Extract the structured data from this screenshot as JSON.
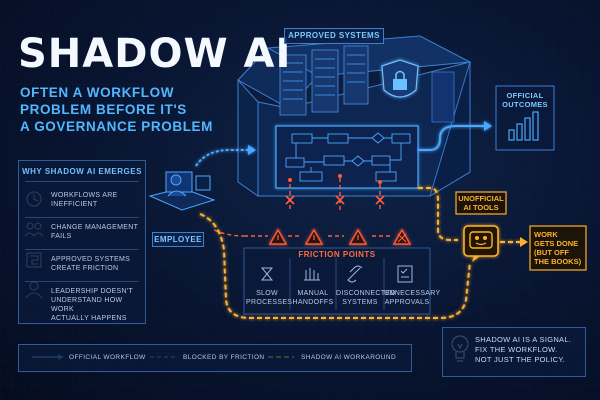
{
  "header": {
    "title": "SHADOW AI",
    "subtitle_lines": [
      "OFTEN A WORKFLOW",
      "PROBLEM BEFORE IT'S",
      "A GOVERNANCE PROBLEM"
    ]
  },
  "why_panel": {
    "title": "WHY SHADOW AI EMERGES",
    "items": [
      {
        "icon": "clock-icon",
        "lines": [
          "WORKFLOWS ARE",
          "INEFFICIENT"
        ]
      },
      {
        "icon": "people-icon",
        "lines": [
          "CHANGE MANAGEMENT",
          "FAILS"
        ]
      },
      {
        "icon": "maze-icon",
        "lines": [
          "APPROVED SYSTEMS",
          "CREATE FRICTION"
        ]
      },
      {
        "icon": "leader-icon",
        "lines": [
          "LEADERSHIP DOESN'T",
          "UNDERSTAND HOW WORK",
          "ACTUALLY HAPPENS"
        ]
      }
    ]
  },
  "approved_systems": {
    "label": "APPROVED SYSTEMS"
  },
  "official_outcomes": {
    "lines": [
      "OFFICIAL",
      "OUTCOMES"
    ]
  },
  "employee": {
    "label": "EMPLOYEE"
  },
  "friction": {
    "title": "FRICTION POINTS",
    "items": [
      {
        "icon": "hourglass-icon",
        "lines": [
          "SLOW",
          "PROCESSES"
        ]
      },
      {
        "icon": "hand-icon",
        "lines": [
          "MANUAL",
          "HANDOFFS"
        ]
      },
      {
        "icon": "link-icon",
        "lines": [
          "DISCONNECTED",
          "SYSTEMS"
        ]
      },
      {
        "icon": "checklist-icon",
        "lines": [
          "UNNECESSARY",
          "APPROVALS"
        ]
      }
    ]
  },
  "unofficial": {
    "lines": [
      "UNOFFICIAL",
      "AI TOOLS"
    ]
  },
  "work_done": {
    "lines": [
      "WORK",
      "GETS DONE",
      "(BUT OFF",
      "THE BOOKS)"
    ]
  },
  "legend": {
    "official": "OFFICIAL WORKFLOW",
    "blocked": "BLOCKED BY FRICTION",
    "workaround": "SHADOW AI WORKAROUND"
  },
  "signal": {
    "lines": [
      "SHADOW AI IS A SIGNAL.",
      "FIX THE WORKFLOW.",
      "NOT JUST THE POLICY."
    ]
  },
  "colors": {
    "official": "#4aa8ff",
    "blocked": "#ff5a3c",
    "workaround": "#ffb02e",
    "background": "#081430"
  }
}
